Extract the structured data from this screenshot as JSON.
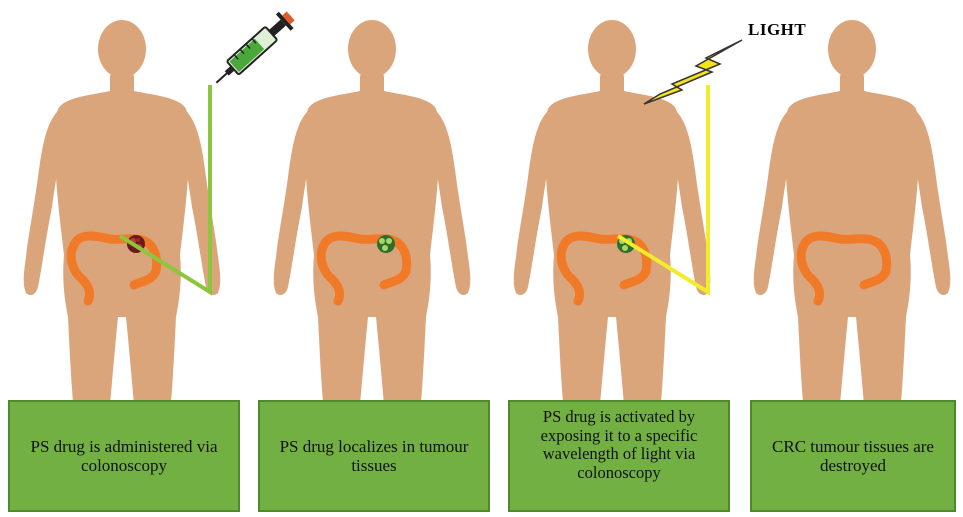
{
  "light_label": "LIGHT",
  "captions": [
    "PS drug is administered via colonoscopy",
    "PS drug localizes in tumour tissues",
    "PS drug is activated by exposing it to a specific wavelength of light via colonoscopy",
    "CRC tumour tissues are destroyed"
  ],
  "colors": {
    "skin": "#dba57c",
    "skin_shadow": "#c98f66",
    "colon": "#f07a28",
    "caption_bg": "#72b043",
    "green_line": "#8cc63f",
    "yellow_line": "#f2ec2a",
    "tumour": "#6b1a1a",
    "drug": "#3f9a3a"
  },
  "icons": [
    "syringe-icon",
    "lightning-bolt-icon",
    "tumour-icon",
    "colon-icon"
  ]
}
